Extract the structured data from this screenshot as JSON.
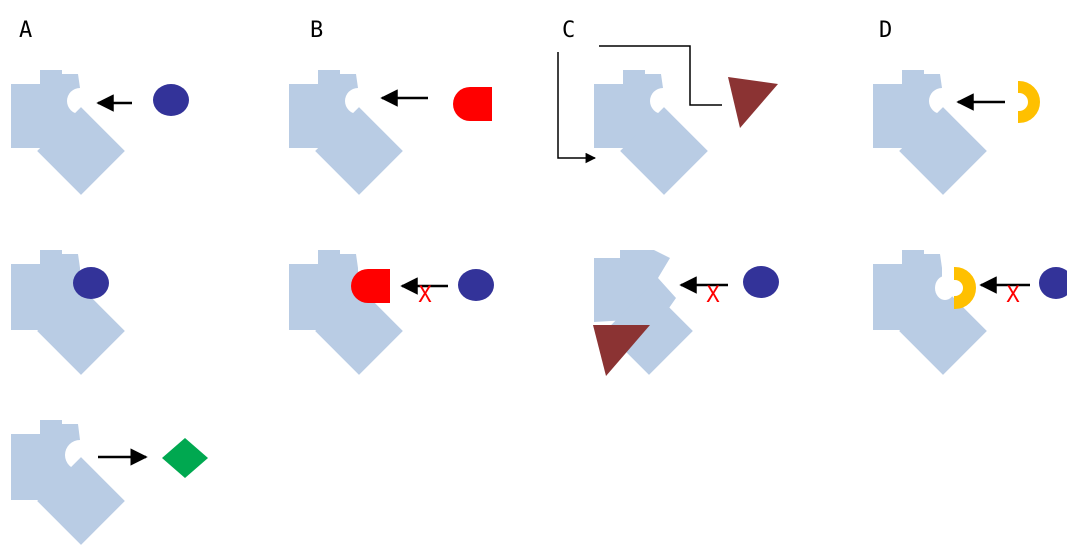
{
  "panels": [
    {
      "label": "A",
      "description": "competitive-inhibition-panel"
    },
    {
      "label": "B",
      "description": "irreversible-inhibition-panel"
    },
    {
      "label": "C",
      "description": "allosteric-inhibition-panel"
    },
    {
      "label": "D",
      "description": "uncompetitive-binding-panel"
    }
  ],
  "block_mark": "X",
  "colors": {
    "enzyme": "#b9cce4",
    "substrate": "#333399",
    "inhibitor_b": "#ff0000",
    "inhibitor_c": "#8b3333",
    "inhibitor_d": "#ffc000",
    "product": "#00a850",
    "block": "#ff0000",
    "arrow": "#000000"
  },
  "icons": {
    "enzyme": "enzyme-shape-icon",
    "substrate": "substrate-circle-icon",
    "inhibitor_b": "inhibitor-half-round-icon",
    "inhibitor_c": "inhibitor-triangle-icon",
    "inhibitor_d": "inhibitor-crescent-icon",
    "product": "product-diamond-icon"
  }
}
